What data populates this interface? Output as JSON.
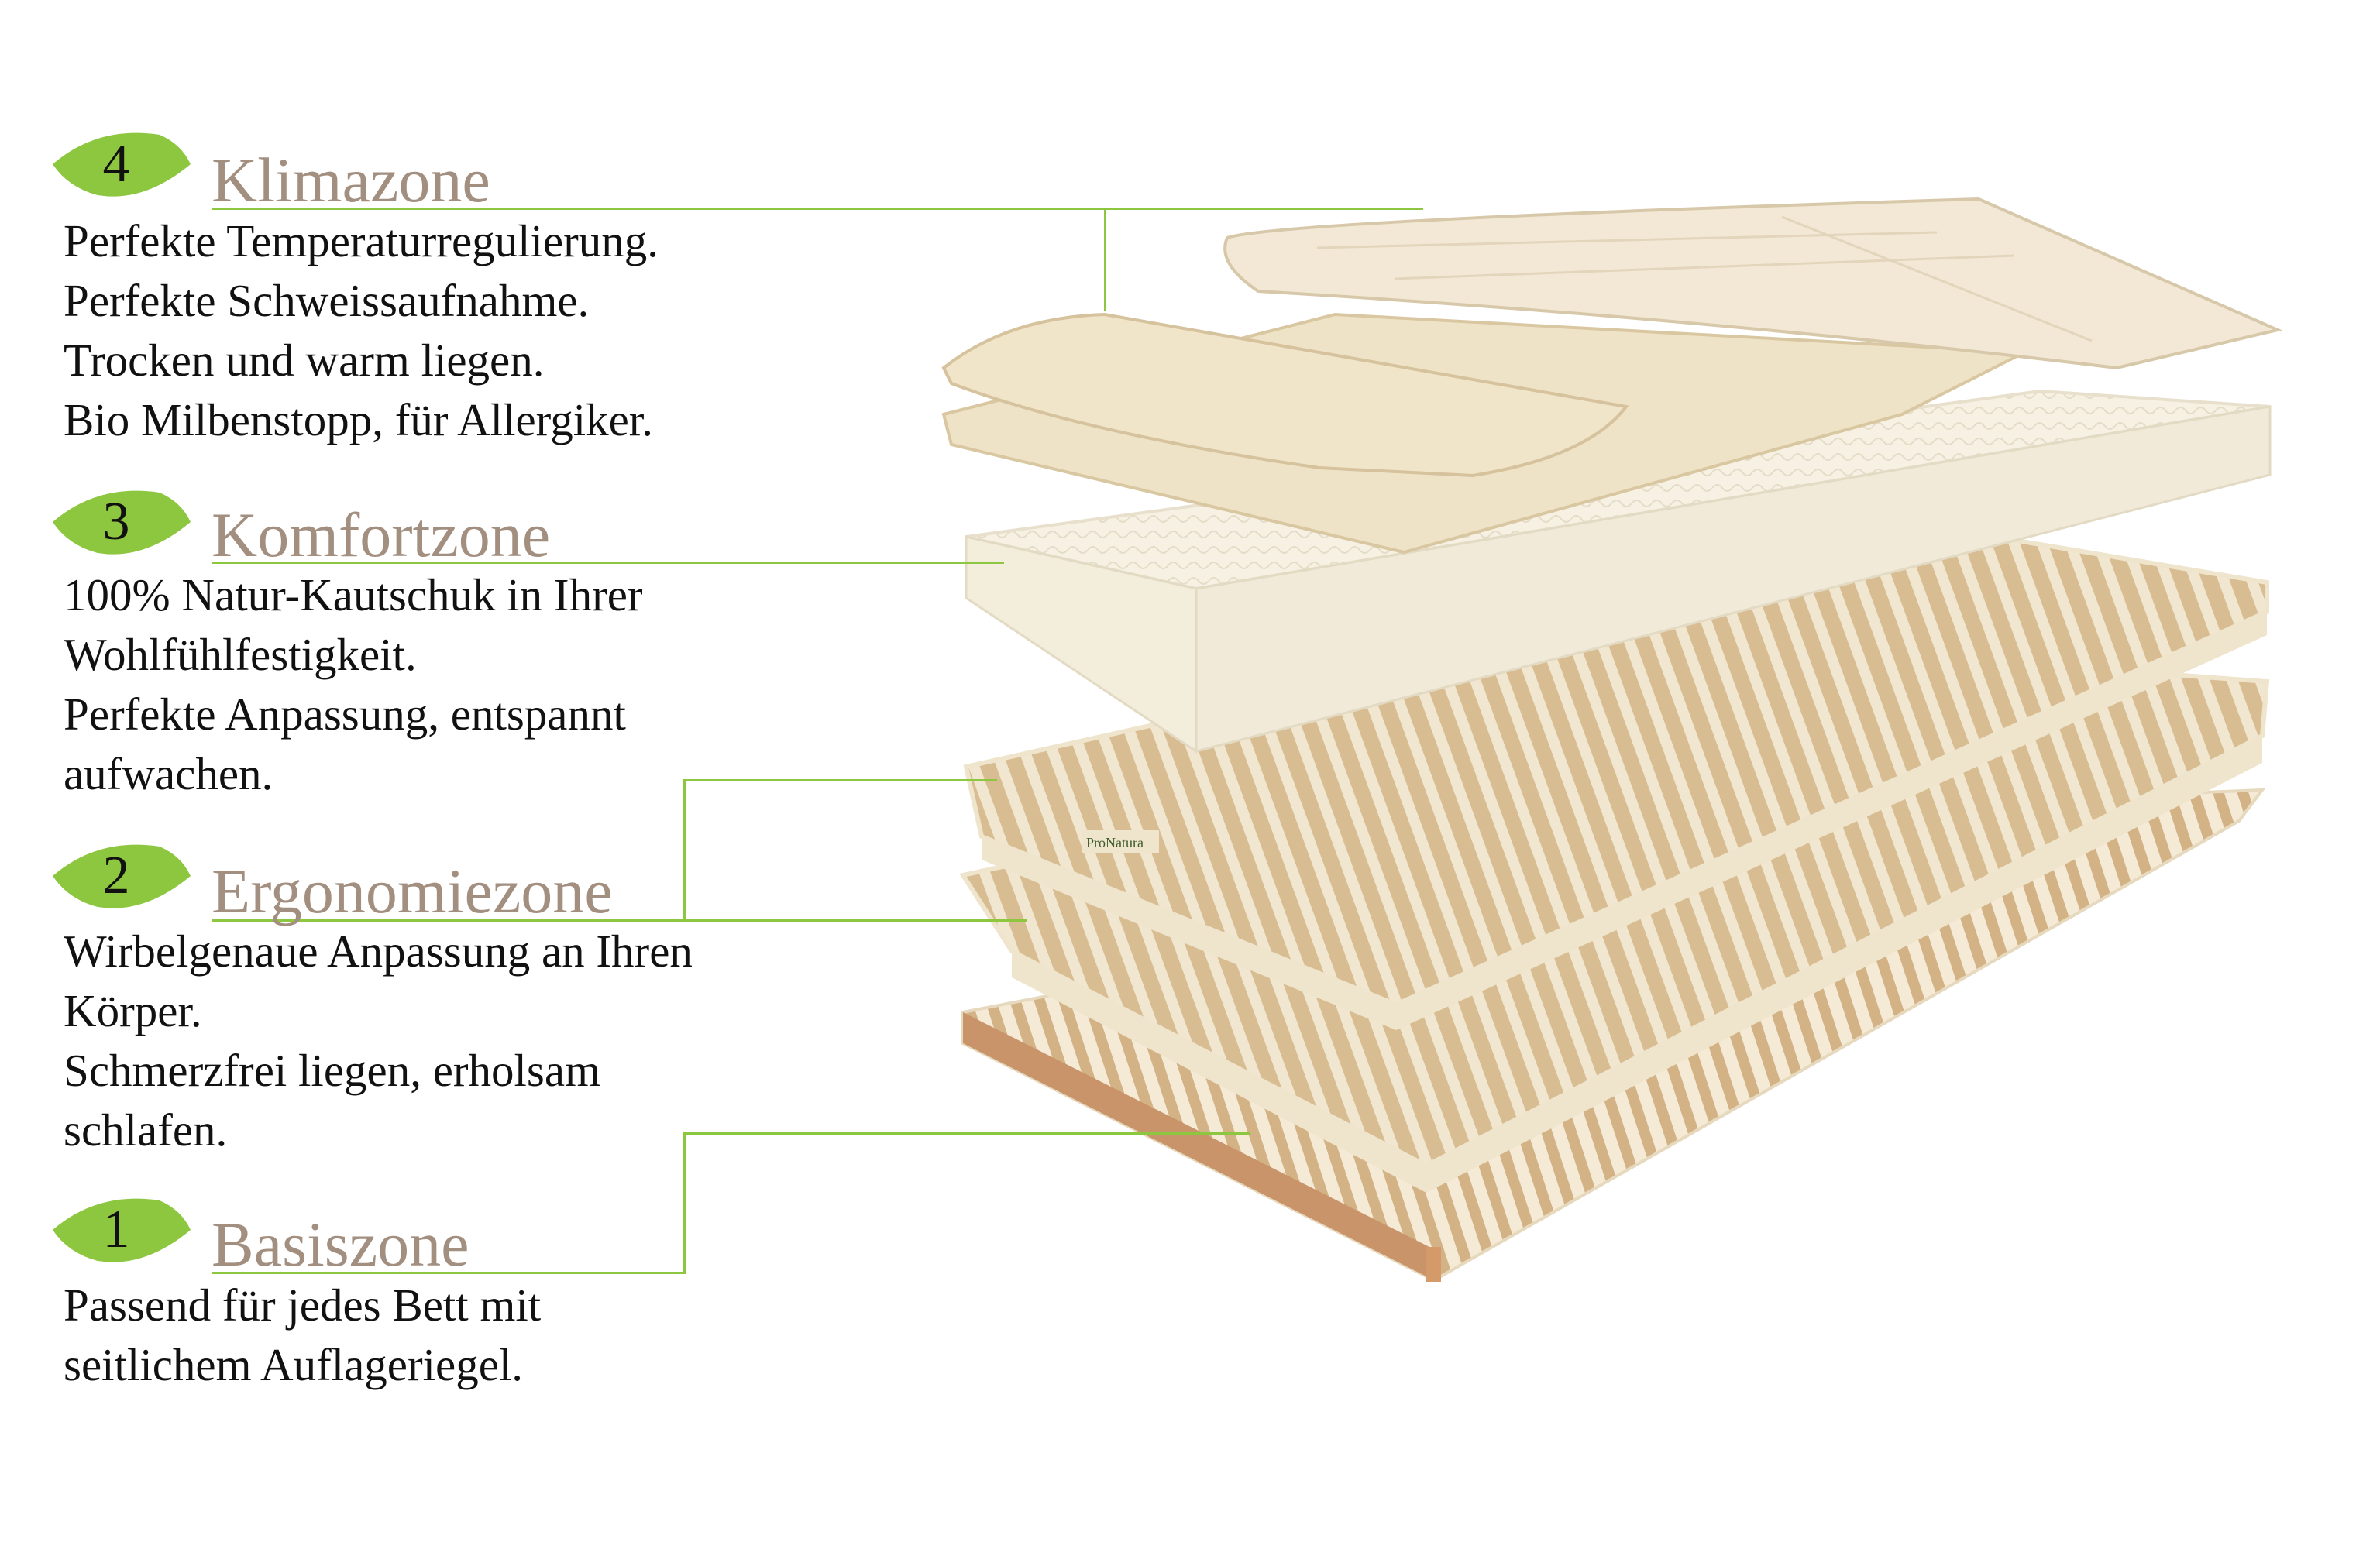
{
  "colors": {
    "leaf": "#8dc63f",
    "title": "#a28f80",
    "line": "#8dc63f",
    "text": "#111111"
  },
  "zones": [
    {
      "number": "4",
      "title": "Klimazone",
      "lines": [
        "Perfekte Temperaturregulierung.",
        "Perfekte Schweissaufnahme.",
        "Trocken und warm liegen.",
        "Bio Milbenstopp, für Allergiker."
      ]
    },
    {
      "number": "3",
      "title": "Komfortzone",
      "lines": [
        "100% Natur-Kautschuk in Ihrer",
        "Wohlfühlfestigkeit.",
        "Perfekte Anpassung, entspannt",
        "aufwachen."
      ]
    },
    {
      "number": "2",
      "title": "Ergonomiezone",
      "lines": [
        "Wirbelgenaue Anpassung an Ihren",
        "Körper.",
        "Schmerzfrei liegen, erholsam",
        "schlafen."
      ]
    },
    {
      "number": "1",
      "title": "Basiszone",
      "lines": [
        "Passend für jedes Bett mit",
        "seitlichem Auflageriegel."
      ]
    }
  ],
  "image": {
    "brand_label": "ProNatura"
  }
}
